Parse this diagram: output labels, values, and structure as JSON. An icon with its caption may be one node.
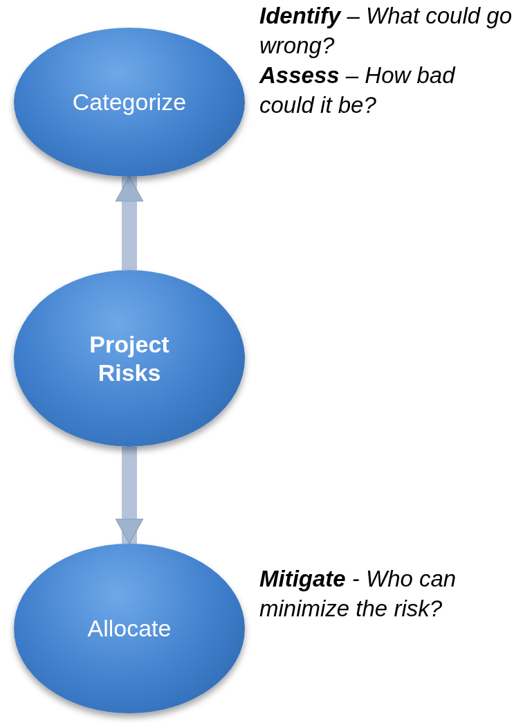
{
  "diagram": {
    "nodes": [
      {
        "text": [
          "Categorize"
        ],
        "beside": [
          "**Identify** – What could go wrong?",
          "**Assess** – How bad could it be?"
        ]
      },
      {
        "text": [
          "Project Risks"
        ]
      },
      {
        "text": [
          "Allocate"
        ],
        "beside": [
          "**Mitigate** - Who can minimize the risk?"
        ]
      }
    ],
    "edges": [
      {
        "from": 1,
        "to": 0,
        "arrow": "to"
      },
      {
        "from": 1,
        "to": 2,
        "arrow": "to"
      }
    ]
  }
}
